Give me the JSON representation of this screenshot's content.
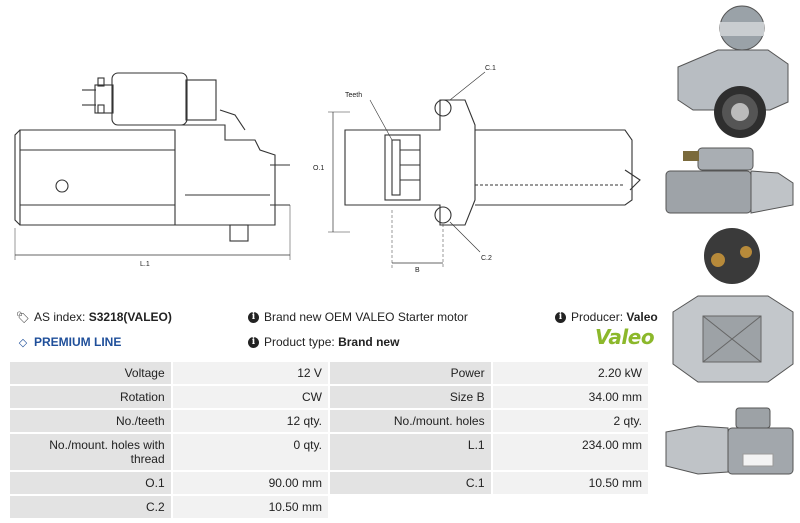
{
  "drawing_labels": {
    "left": {
      "l1": "L.1"
    },
    "right": {
      "teeth": "Teeth",
      "c1": "C.1",
      "o1": "O.1",
      "b": "B",
      "c2": "C.2"
    }
  },
  "info": {
    "as_index_label": "AS index:",
    "as_index_value": "S3218(VALEO)",
    "premium_line": "PREMIUM LINE",
    "description": "Brand new OEM VALEO Starter motor",
    "product_type_label": "Product type:",
    "product_type_value": "Brand new",
    "producer_label": "Producer:",
    "producer_value": "Valeo",
    "logo_text": "Valeo"
  },
  "specs": [
    {
      "k1": "Voltage",
      "v1": "12 V",
      "k2": "Power",
      "v2": "2.20 kW"
    },
    {
      "k1": "Rotation",
      "v1": "CW",
      "k2": "Size B",
      "v2": "34.00 mm"
    },
    {
      "k1": "No./teeth",
      "v1": "12 qty.",
      "k2": "No./mount. holes",
      "v2": "2 qty."
    },
    {
      "k1": "No./mount. holes with thread",
      "v1": "0 qty.",
      "k2": "L.1",
      "v2": "234.00 mm"
    },
    {
      "k1": "O.1",
      "v1": "90.00 mm",
      "k2": "C.1",
      "v2": "10.50 mm"
    },
    {
      "k1": "C.2",
      "v1": "10.50 mm",
      "k2": "",
      "v2": ""
    }
  ],
  "colors": {
    "premium": "#1f4f9a",
    "valeo_green": "#8cb82b"
  },
  "icons": {
    "tag": "tag-icon",
    "diamond": "diamond-icon",
    "info": "info-icon"
  }
}
